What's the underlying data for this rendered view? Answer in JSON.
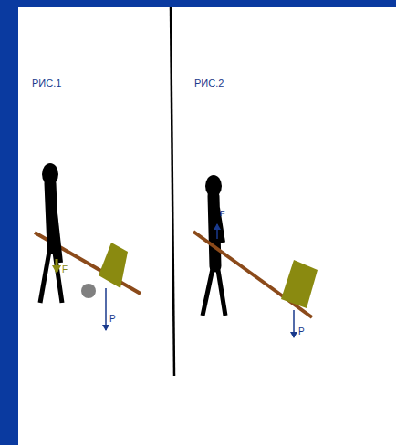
{
  "diagram": {
    "labels": [
      "РИС.1",
      "РИС.2",
      "F",
      "P",
      "F",
      "P"
    ]
  }
}
